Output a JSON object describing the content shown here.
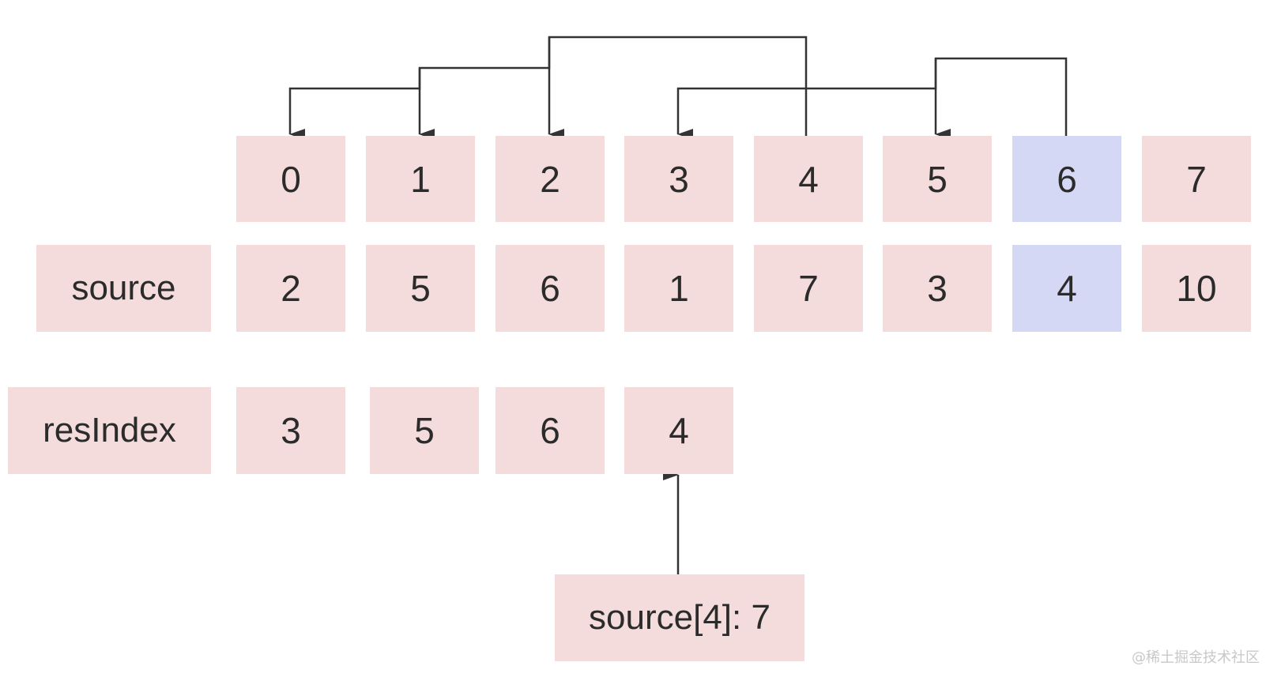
{
  "colors": {
    "cell_fill": "#f4dcdc",
    "highlight_fill": "#d5d8f5",
    "arrow": "#333333",
    "text": "#2b2b2b"
  },
  "index_row": {
    "cells": [
      "0",
      "1",
      "2",
      "3",
      "4",
      "5",
      "6",
      "7"
    ],
    "highlight_index": 6
  },
  "source_row": {
    "label": "source",
    "cells": [
      "2",
      "5",
      "6",
      "1",
      "7",
      "3",
      "4",
      "10"
    ],
    "highlight_index": 6
  },
  "resindex_row": {
    "label": "resIndex",
    "cells": [
      "3",
      "5",
      "6",
      "4"
    ]
  },
  "callout": {
    "text": "source[4]: 7"
  },
  "watermark": "@稀土掘金技术社区"
}
